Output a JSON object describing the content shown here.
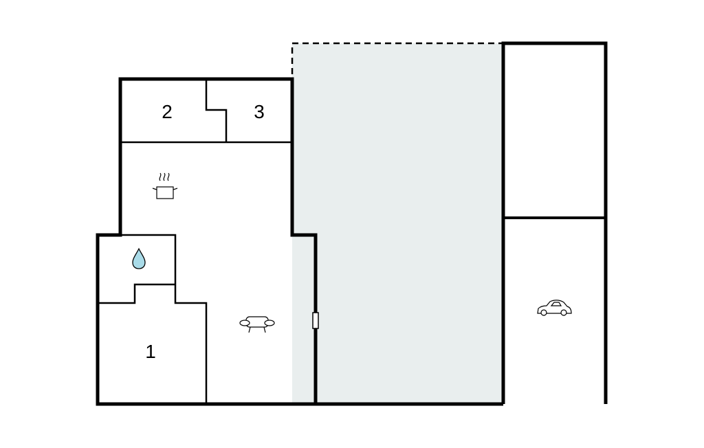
{
  "colors": {
    "wall": "#000000",
    "terrace": "#e9eeee",
    "water_drop": "#a9dbe8",
    "background": "#ffffff"
  },
  "rooms": {
    "room_1": "1",
    "room_2": "2",
    "room_3": "3"
  },
  "icons": {
    "kitchen": "cooking-pot-icon",
    "bathroom": "water-drop-icon",
    "living_room": "sofa-icon",
    "parking": "car-icon",
    "door": "door-icon"
  }
}
